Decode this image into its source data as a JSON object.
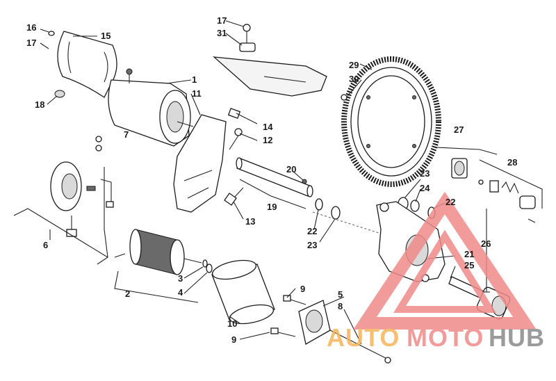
{
  "labels": {
    "p1": "1",
    "p2": "2",
    "p3": "3",
    "p4": "4",
    "p5": "5",
    "p6": "6",
    "p7": "7",
    "p8": "8",
    "p9a": "9",
    "p9b": "9",
    "p10": "10",
    "p11": "11",
    "p12": "12",
    "p13": "13",
    "p14": "14",
    "p15": "15",
    "p16": "16",
    "p17a": "17",
    "p17b": "17",
    "p18": "18",
    "p19": "19",
    "p20": "20",
    "p21": "21",
    "p22a": "22",
    "p22b": "22",
    "p23a": "23",
    "p23b": "23",
    "p24": "24",
    "p25": "25",
    "p26": "26",
    "p27": "27",
    "p28": "28",
    "p29": "29",
    "p30": "30",
    "p31": "31"
  },
  "watermark": {
    "text_a": "AUTO",
    "text_b": "MOTO",
    "text_c": "HUB",
    "color_primary": "#f08a8a",
    "color_secondary": "#f5b55a",
    "color_tertiary": "#8a8a8a"
  }
}
